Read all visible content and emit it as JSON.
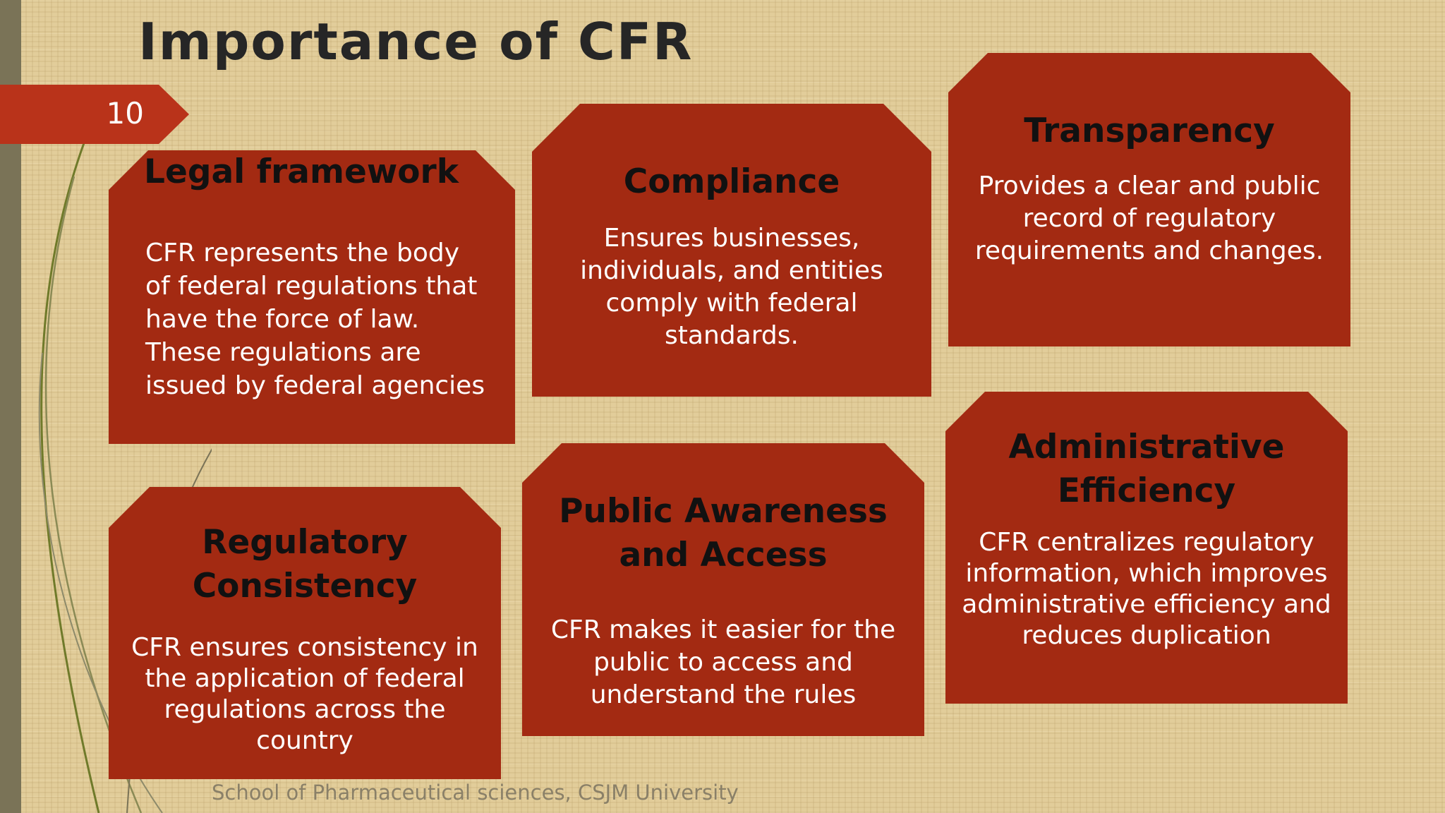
{
  "slide": {
    "title": "Importance of CFR",
    "page_number": "10",
    "footer": "School of Pharmaceutical sciences, CSJM University"
  },
  "cards": [
    {
      "heading": "Legal framework",
      "text": "CFR represents the body of federal regulations that have the force of law. These regulations are issued by federal agencies"
    },
    {
      "heading": "Compliance",
      "text": "Ensures businesses, individuals, and entities comply with federal standards."
    },
    {
      "heading": "Transparency",
      "text": "Provides a clear and public record of regulatory requirements and changes."
    },
    {
      "heading": "Regulatory Consistency",
      "text": "CFR ensures consistency in the application of federal regulations across the country"
    },
    {
      "heading": "Public Awareness and Access",
      "text": "CFR makes it easier for the public to access and understand the rules"
    },
    {
      "heading": "Administrative Efficiency",
      "text": "CFR centralizes regulatory information, which improves administrative efficiency and reduces duplication"
    }
  ],
  "colors": {
    "card_fill": "#a32a12",
    "page_tag": "#b9331a",
    "left_bar": "#7a7357",
    "background": "#e2cd9a"
  }
}
